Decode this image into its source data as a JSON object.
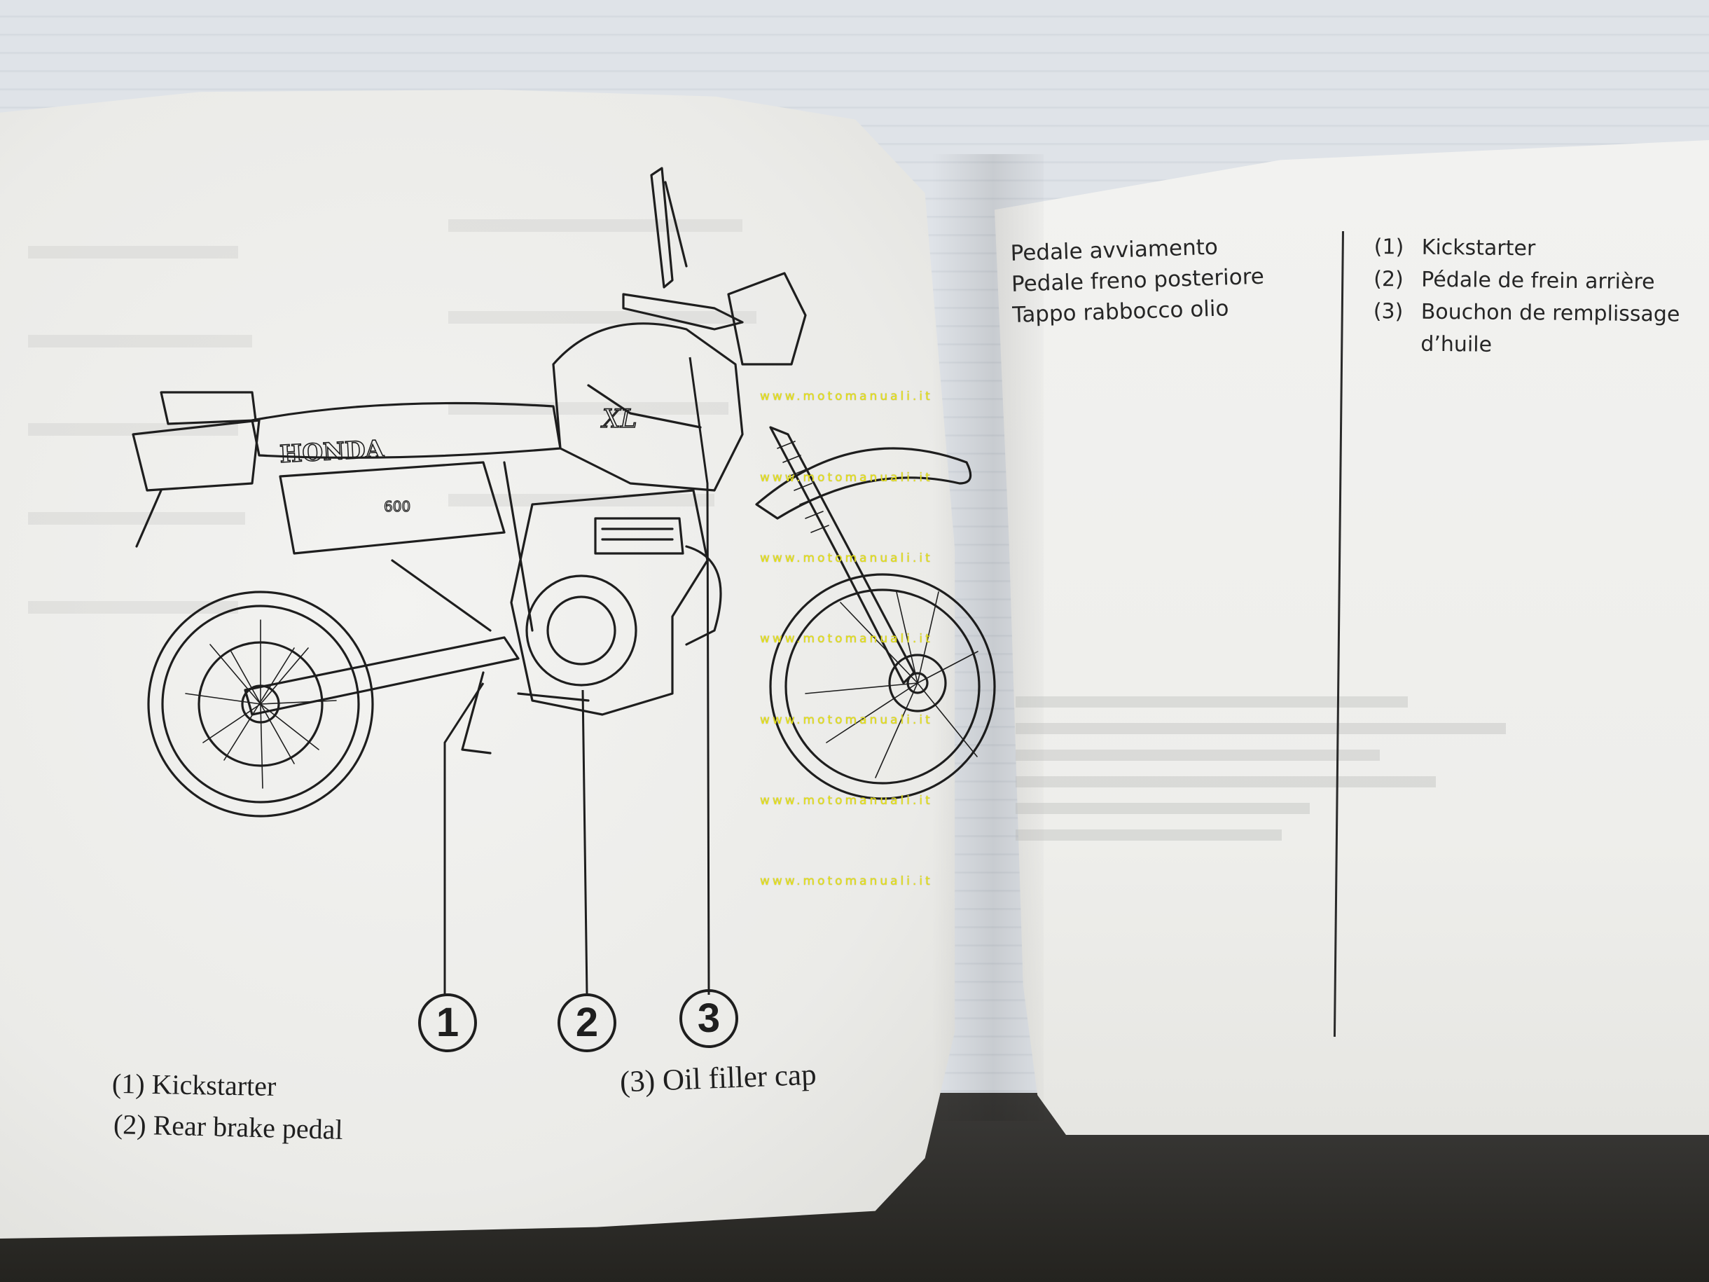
{
  "watermark": {
    "text": "www.motomanuali.it",
    "repeat_count": 7,
    "color": "#e9e416"
  },
  "left_page": {
    "illustration": {
      "brand_text": "HONDA",
      "model_text": "XL",
      "side_panel_text": "600"
    },
    "callouts": [
      "1",
      "2",
      "3"
    ],
    "captions": {
      "item1": "(1) Kickstarter",
      "item2": "(2) Rear brake pedal",
      "item3": "(3) Oil filler cap"
    }
  },
  "right_page": {
    "italian": {
      "line1": "Pedale avviamento",
      "line2": "Pedale freno posteriore",
      "line3": "Tappo rabbocco olio"
    },
    "french": {
      "item1_num": "(1)",
      "item1_text": "Kickstarter",
      "item2_num": "(2)",
      "item2_text": "Pédale de frein arrière",
      "item3_num": "(3)",
      "item3_text": "Bouchon de remplissage",
      "item3_cont": "d’huile"
    }
  },
  "colors": {
    "ink": "#1e1e1e",
    "paper": "#f0f0ee",
    "background": "#dfe3e8"
  }
}
